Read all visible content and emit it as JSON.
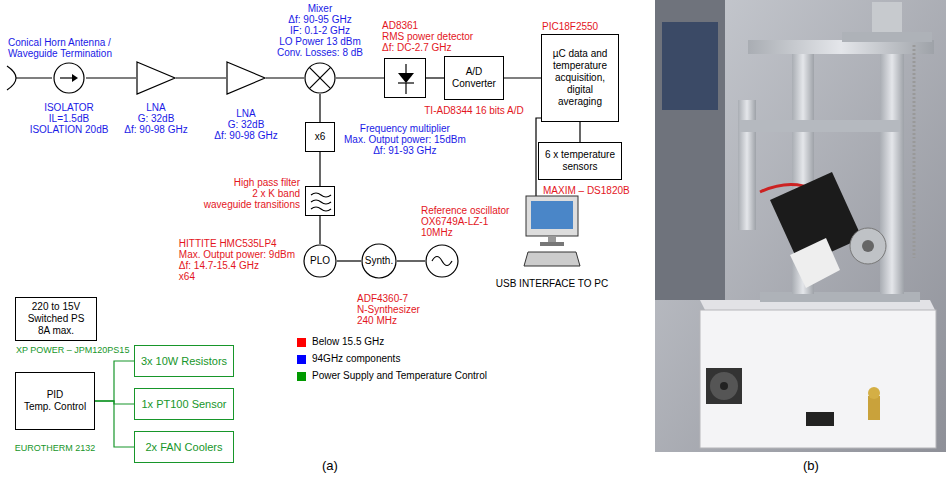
{
  "diagram": {
    "nodes": [
      {
        "text": [
          "Conical Horn Antenna / Waveguide Termination"
        ]
      },
      {
        "text": [
          "ISOLATOR",
          "IL=1.5dB",
          "ISOLATION 20dB"
        ]
      },
      {
        "text": [
          "LNA",
          "G: 32dB",
          "Δf: 90-98 GHz"
        ]
      },
      {
        "text": [
          "LNA",
          "G: 32dB",
          "Δf: 90-98 GHz"
        ]
      },
      {
        "text": [
          "Mixer",
          "Δf: 90-95 GHz",
          "IF: 0.1-2 GHz",
          "LO Power 13 dBm",
          "Conv. Losses: 8 dB"
        ]
      },
      {
        "text": [
          "AD8361",
          "RMS power detector",
          "Δf: DC-2.7 GHz"
        ]
      },
      {
        "text": [
          "A/D Converter",
          "TI-AD8344 16 bits A/D"
        ]
      },
      {
        "text": [
          "PIC18F2550",
          "µC data and temperature acquisition, digital averaging"
        ]
      },
      {
        "text": [
          "x6",
          "Frequency multiplier",
          "Max. Output power: 15dBm",
          "Δf: 91-93 GHz"
        ]
      },
      {
        "text": [
          "6 x temperature sensors",
          "MAXIM – DS1820B"
        ]
      },
      {
        "text": [
          "High pass filter",
          "2 x K band",
          "waveguide transitions"
        ]
      },
      {
        "text": [
          "PLO",
          "HITTITE HMC535LP4",
          "Max. Output power: 9dBm",
          "Δf: 14.7-15.4 GHz",
          "x64"
        ]
      },
      {
        "text": [
          "Synth.",
          "ADF4360-7",
          "N-Synthesizer",
          "240 MHz"
        ]
      },
      {
        "text": [
          "Reference oscillator",
          "OX6749A-LZ-1",
          "10MHz"
        ]
      },
      {
        "text": [
          "USB INTERFACE TO PC"
        ]
      },
      {
        "text": [
          "220 to 15V",
          "Switched PS",
          "8A max.",
          "XP POWER – JPM120PS15"
        ]
      },
      {
        "text": [
          "PID",
          "Temp. Control",
          "EUROTHERM 2132"
        ]
      },
      {
        "text": [
          "3x 10W Resistors"
        ]
      },
      {
        "text": [
          "1x PT100 Sensor"
        ]
      },
      {
        "text": [
          "2x FAN Coolers"
        ]
      }
    ],
    "edges": [
      {
        "from": 0,
        "to": 1,
        "arrow": "none"
      },
      {
        "from": 1,
        "to": 2,
        "arrow": "none"
      },
      {
        "from": 2,
        "to": 3,
        "arrow": "none"
      },
      {
        "from": 3,
        "to": 4,
        "arrow": "none"
      },
      {
        "from": 4,
        "to": 5,
        "arrow": "none"
      },
      {
        "from": 5,
        "to": 6,
        "arrow": "none"
      },
      {
        "from": 6,
        "to": 7,
        "arrow": "none"
      },
      {
        "from": 8,
        "to": 4,
        "arrow": "none"
      },
      {
        "from": 10,
        "to": 8,
        "arrow": "none"
      },
      {
        "from": 11,
        "to": 10,
        "arrow": "none"
      },
      {
        "from": 12,
        "to": 11,
        "arrow": "none"
      },
      {
        "from": 13,
        "to": 12,
        "arrow": "none"
      },
      {
        "from": 7,
        "to": 9,
        "arrow": "none"
      },
      {
        "from": 7,
        "to": 14,
        "arrow": "none"
      },
      {
        "from": 16,
        "to": 17,
        "arrow": "none"
      },
      {
        "from": 16,
        "to": 18,
        "arrow": "none"
      },
      {
        "from": 16,
        "to": 19,
        "arrow": "none"
      }
    ],
    "labels": [
      "(a)",
      "(b)"
    ],
    "legend": [
      {
        "text": "Below 15.5 GHz",
        "color": "#ff0000"
      },
      {
        "text": "94GHz components",
        "color": "#0000ff"
      },
      {
        "text": "Power Supply and Temperature Control",
        "color": "#009900"
      }
    ]
  }
}
